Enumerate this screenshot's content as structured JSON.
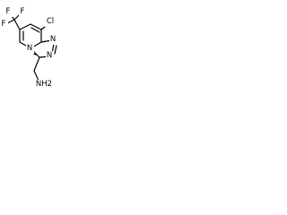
{
  "molecule": {
    "labels": {
      "F1": "F",
      "F2": "F",
      "F3": "F",
      "Cl": "Cl",
      "N_ring_bridge": "N",
      "N_ring_top": "N",
      "N_ring_right": "N",
      "NH2": "NH2"
    },
    "colors": {
      "bond": "#000000",
      "label": "#000000",
      "background": "#ffffff"
    }
  }
}
